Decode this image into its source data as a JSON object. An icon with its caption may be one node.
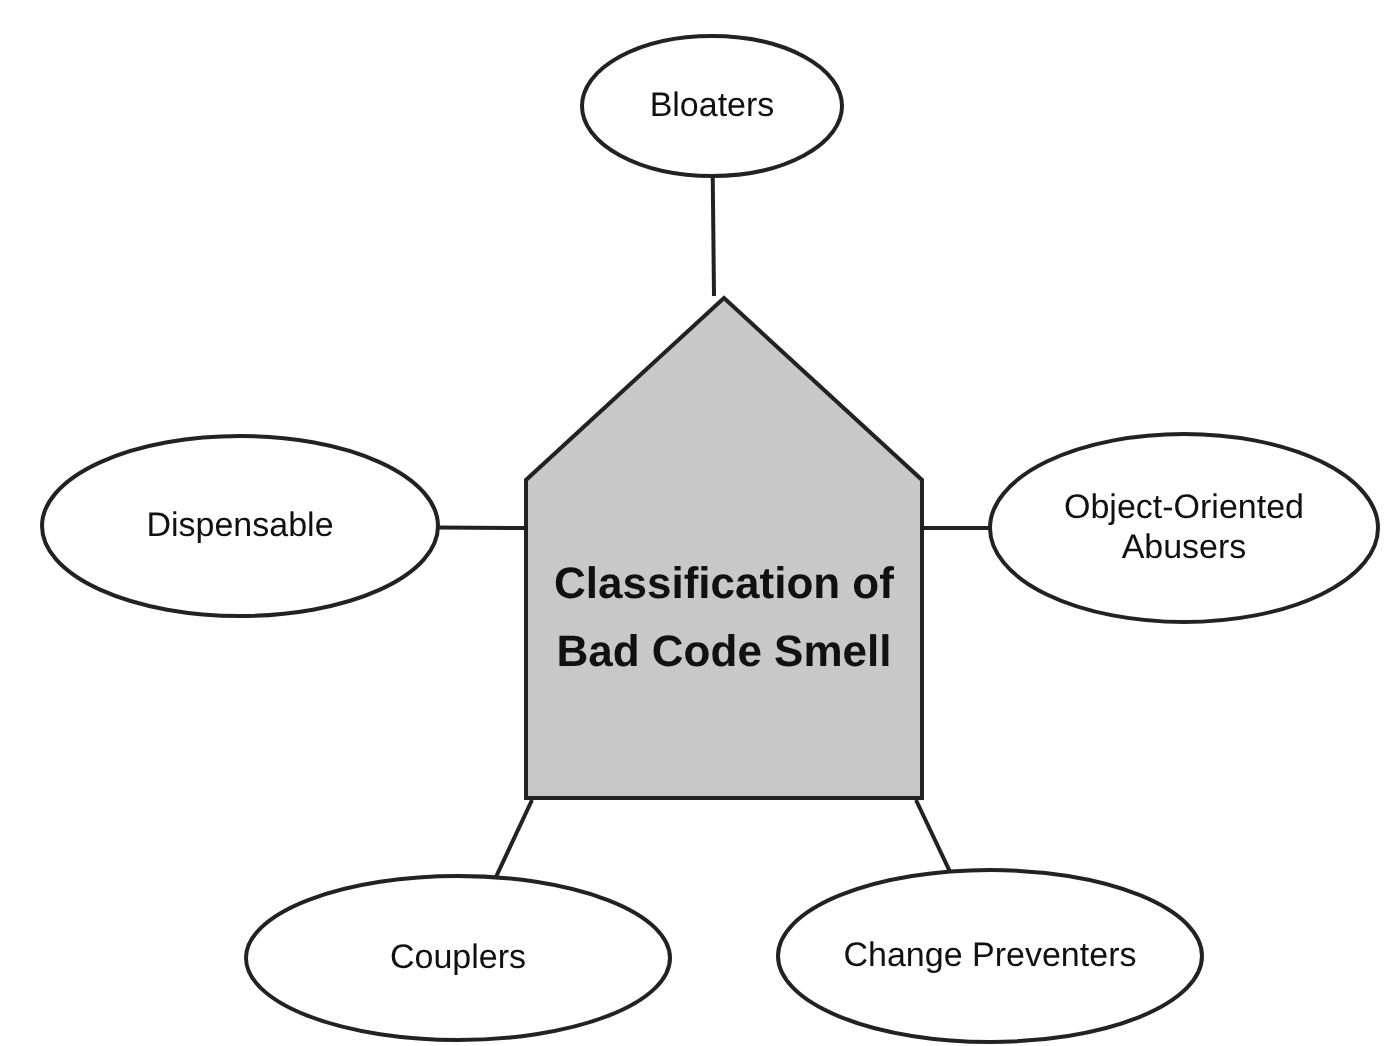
{
  "diagram": {
    "nodes": [
      {
        "text": [
          "Bloaters"
        ]
      },
      {
        "text": [
          "Dispensable"
        ]
      },
      {
        "text": [
          "Classification of Bad Code Smell"
        ]
      },
      {
        "text": [
          "Object-Oriented Abusers"
        ]
      },
      {
        "text": [
          "Couplers"
        ]
      },
      {
        "text": [
          "Change Preventers"
        ]
      }
    ],
    "edges": [
      {
        "from": 2,
        "to": 0,
        "arrow": "none"
      },
      {
        "from": 2,
        "to": 1,
        "arrow": "none"
      },
      {
        "from": 2,
        "to": 3,
        "arrow": "none"
      },
      {
        "from": 2,
        "to": 4,
        "arrow": "none"
      },
      {
        "from": 2,
        "to": 5,
        "arrow": "none"
      }
    ]
  }
}
